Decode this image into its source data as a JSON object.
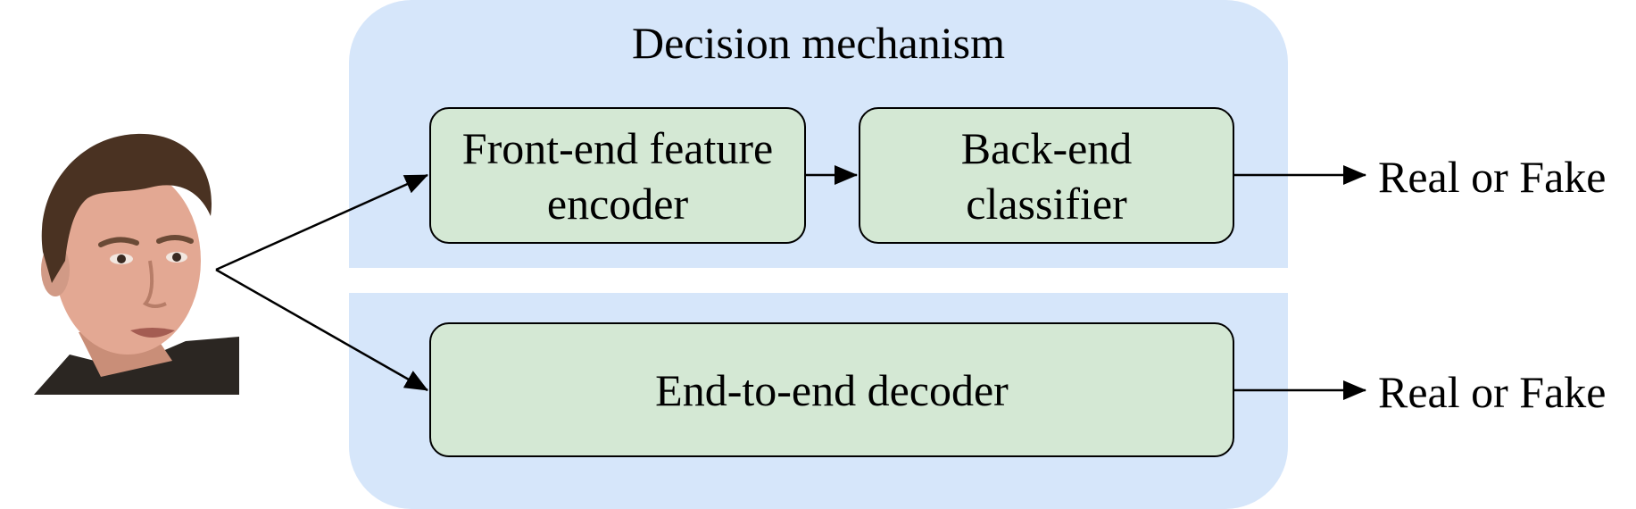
{
  "panel": {
    "title": "Decision mechanism"
  },
  "blocks": {
    "front_end_line1": "Front-end feature",
    "front_end_line2": "encoder",
    "back_end_line1": "Back-end",
    "back_end_line2": "classifier",
    "end_to_end": "End-to-end decoder"
  },
  "outputs": {
    "top": "Real or Fake",
    "bottom": "Real or Fake"
  },
  "colors": {
    "panel_fill": "#d6e6fa",
    "block_fill": "#d4e8d4",
    "line": "#000000"
  },
  "icons": {
    "input_image": "face-photo"
  }
}
